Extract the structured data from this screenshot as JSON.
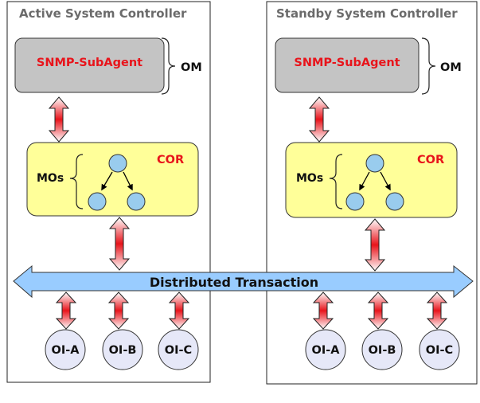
{
  "controllers": {
    "active": {
      "title": "Active System Controller",
      "subagent": "SNMP-SubAgent",
      "om": "OM",
      "cor": "COR",
      "mos": "MOs",
      "ois": [
        "OI-A",
        "OI-B",
        "OI-C"
      ]
    },
    "standby": {
      "title": "Standby System Controller",
      "subagent": "SNMP-SubAgent",
      "om": "OM",
      "cor": "COR",
      "mos": "MOs",
      "ois": [
        "OI-A",
        "OI-B",
        "OI-C"
      ]
    }
  },
  "bus": {
    "label": "Distributed Transaction"
  },
  "colors": {
    "subagent_fill": "#c4c4c4",
    "cor_fill": "#ffff99",
    "bus_fill": "#99ccff",
    "node_fill": "#99ccee",
    "oi_fill": "#e6e8f8",
    "accent_red": "#e8141b"
  }
}
